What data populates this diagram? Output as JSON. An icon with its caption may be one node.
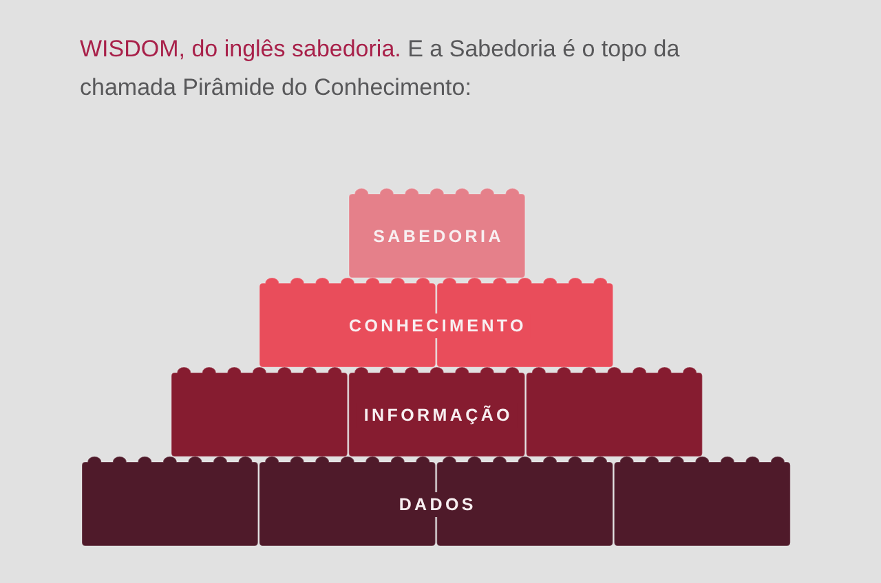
{
  "diagram": {
    "title": "**WISDOM, do inglês sabedoria.** E a Sabedoria é o topo da chamada Pirâmide do Conhecimento:",
    "nodes": [
      {
        "text": [
          "SABEDORIA"
        ]
      },
      {
        "text": [
          "CONHECIMENTO"
        ]
      },
      {
        "text": [
          "INFORMAÇÃO"
        ]
      },
      {
        "text": [
          "DADOS"
        ]
      }
    ]
  }
}
